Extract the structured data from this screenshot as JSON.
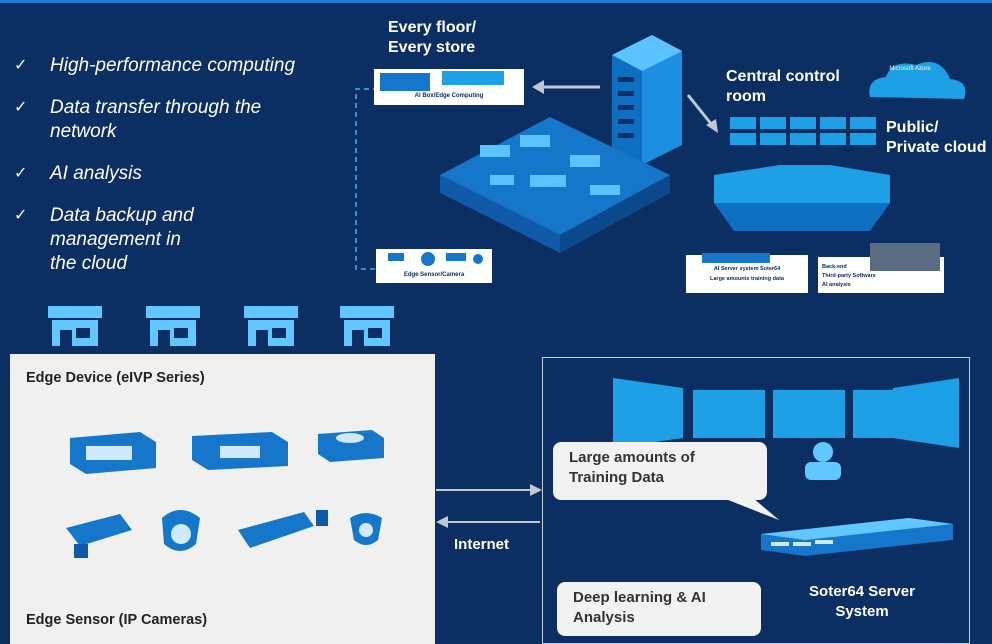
{
  "checklist": [
    {
      "mark": "✓",
      "text": "High-performance computing"
    },
    {
      "mark": "✓",
      "text": "Data transfer through the network"
    },
    {
      "mark": "✓",
      "text": "AI analysis"
    },
    {
      "mark": "✓",
      "text": "Data backup and management in the cloud"
    }
  ],
  "top": {
    "every_floor": "Every floor/ Every store",
    "ai_box_label": "AI Box/Edge Computing",
    "edge_sensor_label": "Edge Sensor/Camera",
    "central_control": "Central control room",
    "public_cloud": "Public/ Private cloud",
    "azure_label": "Microsoft Azure",
    "ai_server_line1": "AI Server system  Soter64",
    "ai_server_line2": "Large  amounts training data",
    "backend_line1": "Back-end",
    "backend_line2": "Third-party Software",
    "backend_line3": "AI analysis"
  },
  "edge_panel": {
    "device_title": "Edge Device (eIVP Series)",
    "sensor_title": "Edge Sensor (IP Cameras)"
  },
  "internet_label": "Internet",
  "server_panel": {
    "bubble_training": "Large amounts of Training Data",
    "bubble_deep": "Deep learning & AI Analysis",
    "server_name": "Soter64 Server System"
  },
  "colors": {
    "background": "#0b2e63",
    "accent": "#1ea0e6",
    "panel": "#f0f0f0"
  }
}
